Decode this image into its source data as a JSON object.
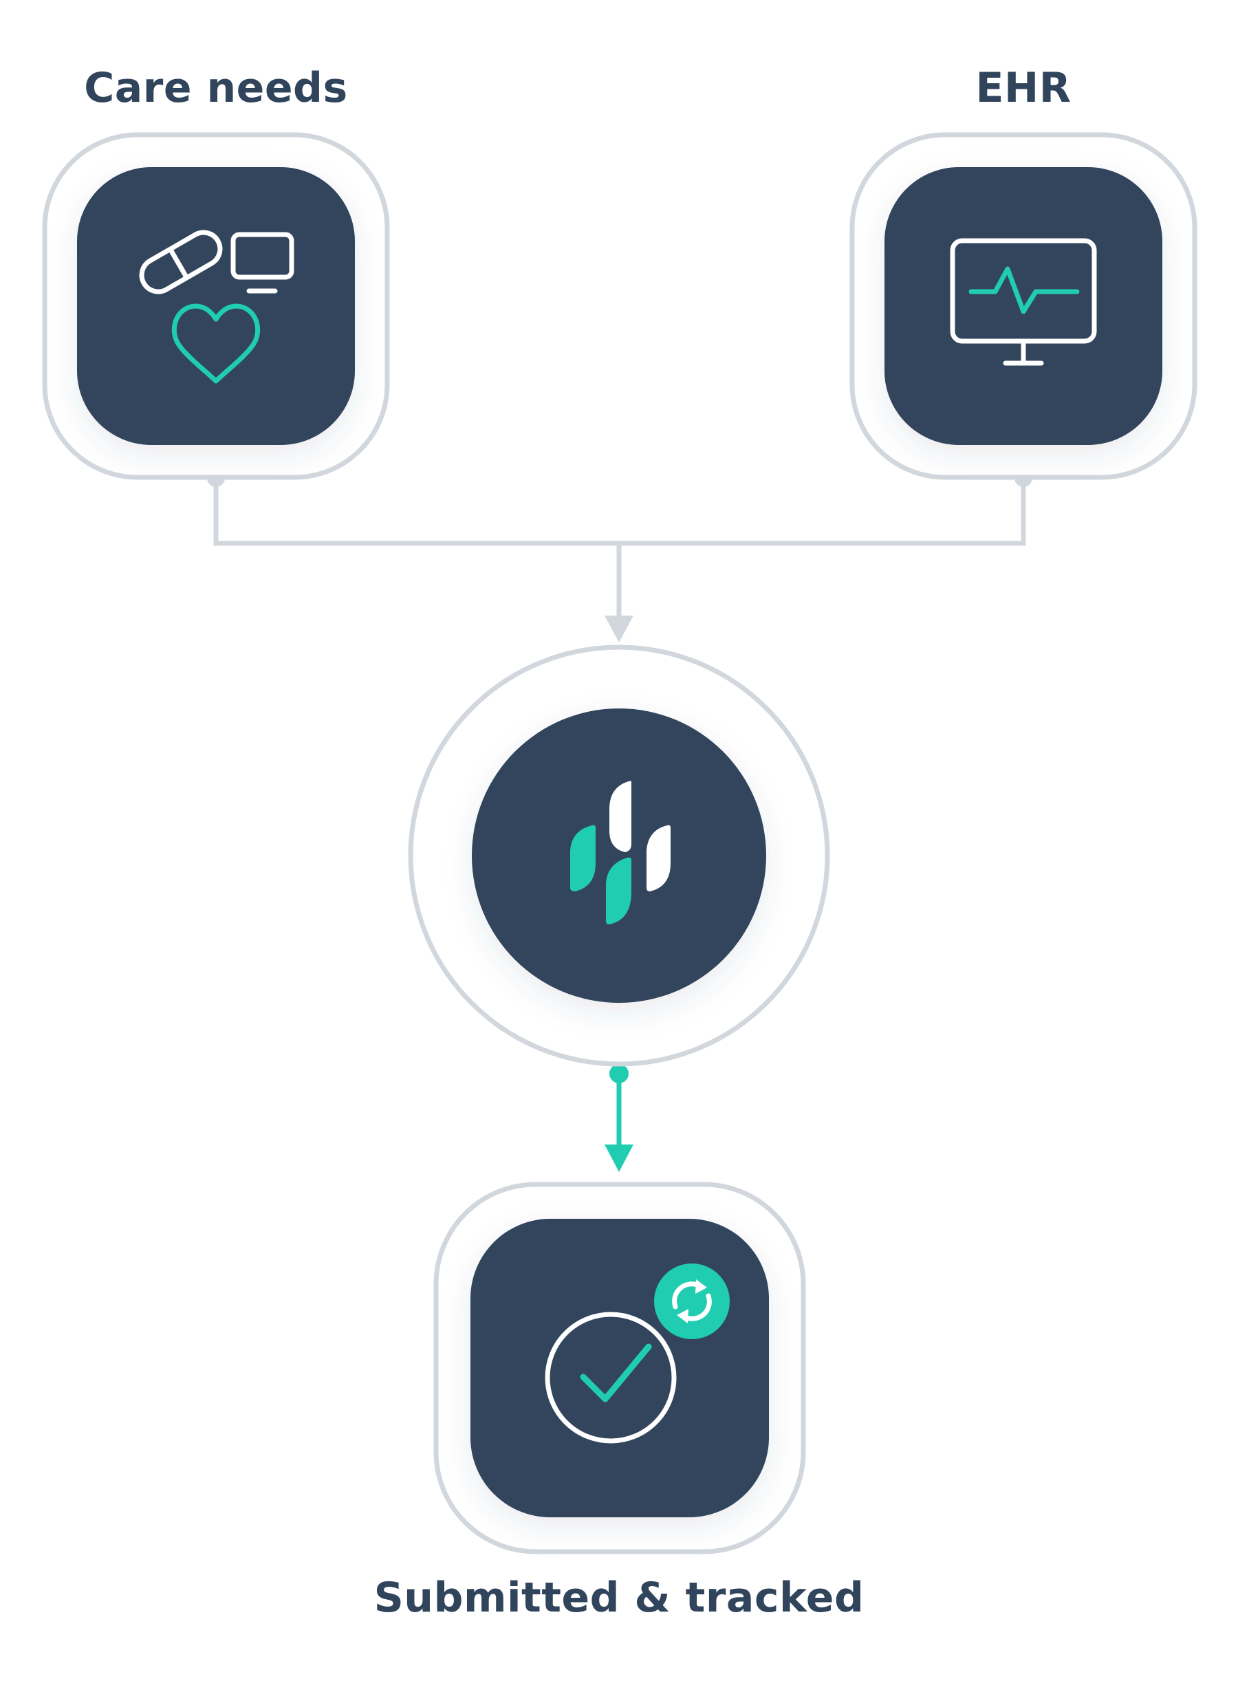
{
  "colors": {
    "background": "#ffffff",
    "tile": "#30455C",
    "ring": "#D2D7DD",
    "accent": "#21CDB0",
    "icon_stroke": "#ffffff",
    "label": "#30455C"
  },
  "nodes": {
    "care_needs": {
      "label": "Care needs",
      "icons": [
        "pill-icon",
        "monitor-icon",
        "heart-icon"
      ]
    },
    "ehr": {
      "label": "EHR",
      "icons": [
        "heart-rate-monitor-icon"
      ]
    },
    "hub": {
      "icons": [
        "brand-logo-icon"
      ]
    },
    "result": {
      "label": "Submitted & tracked",
      "icons": [
        "checkmark-circle-icon",
        "refresh-icon"
      ]
    }
  },
  "connectors": [
    {
      "from": "care_needs",
      "to": "hub",
      "style": "gray"
    },
    {
      "from": "ehr",
      "to": "hub",
      "style": "gray"
    },
    {
      "from": "hub",
      "to": "result",
      "style": "accent"
    }
  ]
}
